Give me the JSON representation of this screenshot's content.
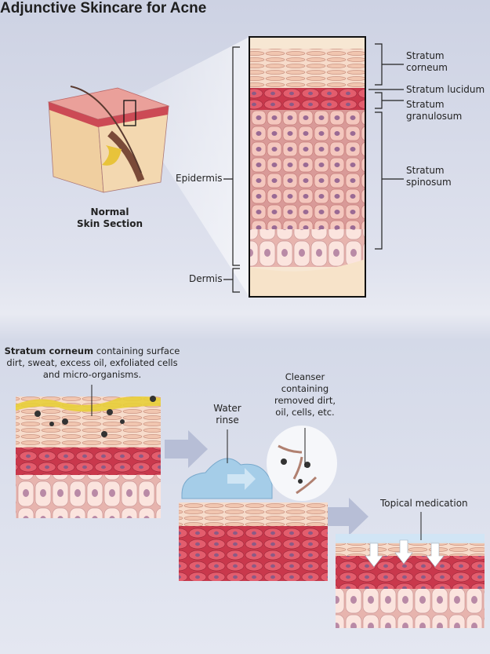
{
  "title": "Adjunctive Skincare for Acne",
  "section_label": {
    "line1": "Normal",
    "line2": "Skin Section"
  },
  "layers": {
    "corneum": [
      "Stratum",
      "corneum"
    ],
    "lucidum": "Stratum lucidum",
    "granulosum": [
      "Stratum",
      "granulosum"
    ],
    "spinosum": [
      "Stratum",
      "spinosum"
    ],
    "epidermis": "Epidermis",
    "dermis": "Dermis"
  },
  "steps": {
    "step1": {
      "bold": "Stratum corneum",
      "rest1": " containing surface",
      "line2": "dirt, sweat, excess oil, exfoliated cells",
      "line3": "and micro-organisms."
    },
    "water": [
      "Water",
      "rinse"
    ],
    "cleanser": [
      "Cleanser",
      "containing",
      "removed dirt,",
      "oil, cells, etc."
    ],
    "medication": "Topical medication"
  },
  "colors": {
    "cell": "#f2c3b8",
    "red": "#d9475a",
    "corneum": "#f4d3c0",
    "nucleus": "#8b5b86",
    "water": "#9cc6e4",
    "oil": "#e8cf3a"
  }
}
